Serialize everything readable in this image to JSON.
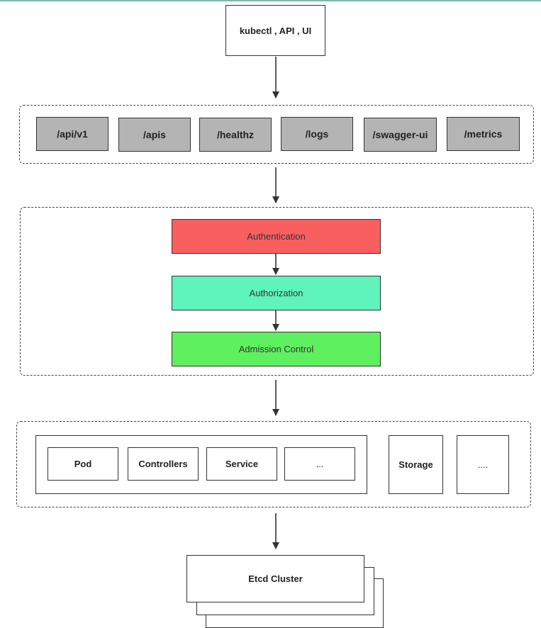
{
  "client": {
    "label": "kubectl , API , UI"
  },
  "endpoints": [
    "/api/v1",
    "/apis",
    "/healthz",
    "/logs",
    "/swagger-ui",
    "/metrics"
  ],
  "pipeline": {
    "authentication": "Authentication",
    "authorization": "Authorization",
    "admission": "Admission Control"
  },
  "resources": {
    "items": [
      "Pod",
      "Controllers",
      "Service",
      "..."
    ],
    "storage": "Storage",
    "more": "...."
  },
  "etcd": {
    "label": "Etcd Cluster"
  },
  "colors": {
    "authentication": "#f86060",
    "authorization": "#5ef4bb",
    "admission": "#5ef05e",
    "endpoint_fill": "#b4b4b4"
  }
}
